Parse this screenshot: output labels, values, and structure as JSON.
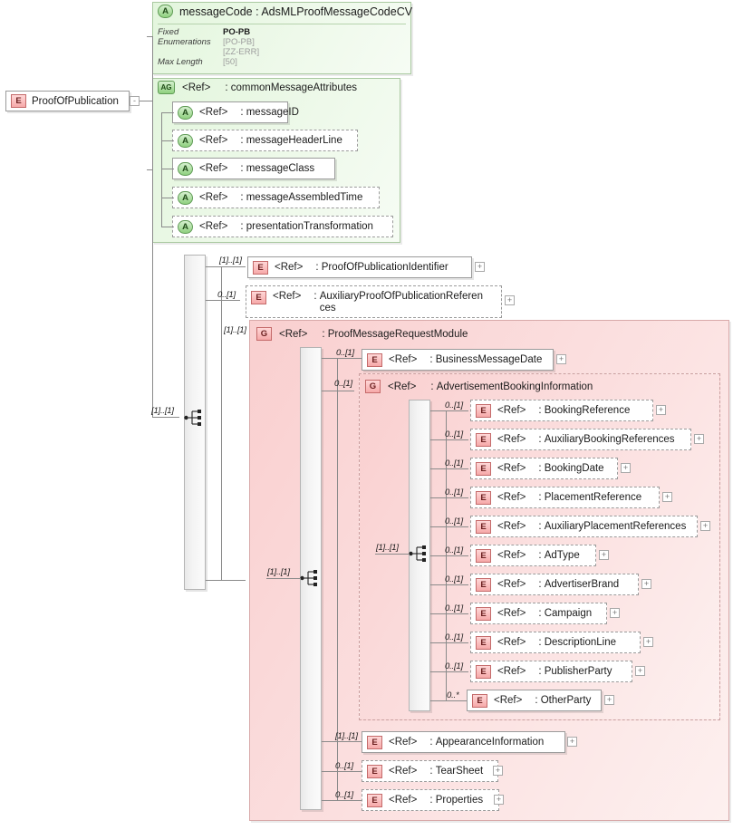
{
  "diagram": {
    "type": "xml-schema-diagram",
    "root": {
      "icon": "element-icon",
      "icon_label": "E",
      "name": "ProofOfPublication",
      "expander": "-"
    },
    "attribute_panel": {
      "icon_label": "A",
      "title": "messageCode : AdsMLProofMessageCodeCV",
      "facets": [
        {
          "label": "Fixed",
          "value": "PO-PB",
          "style": "strong"
        },
        {
          "label": "Enumerations",
          "value": "[PO-PB]",
          "style": "dim"
        },
        {
          "label": "",
          "value": "[ZZ-ERR]",
          "style": "dim"
        },
        {
          "label": "Max Length",
          "value": "[50]",
          "style": "dim"
        }
      ]
    },
    "attribute_group": {
      "icon_label": "AG",
      "ref": "<Ref>",
      "colon": ":",
      "name": "commonMessageAttributes",
      "children": [
        {
          "icon_label": "A",
          "ref": "<Ref>",
          "name": "messageID",
          "optional": false
        },
        {
          "icon_label": "A",
          "ref": "<Ref>",
          "name": "messageHeaderLine",
          "optional": true
        },
        {
          "icon_label": "A",
          "ref": "<Ref>",
          "name": "messageClass",
          "optional": false
        },
        {
          "icon_label": "A",
          "ref": "<Ref>",
          "name": "messageAssembledTime",
          "optional": true
        },
        {
          "icon_label": "A",
          "ref": "<Ref>",
          "name": "presentationTransformation",
          "optional": true
        }
      ]
    },
    "labels": {
      "ref": "<Ref>",
      "colon": ":",
      "plus": "+",
      "minus": "-"
    },
    "level1": [
      {
        "icon_label": "E",
        "ref": "<Ref>",
        "name": "ProofOfPublicationIdentifier",
        "card": "[1]..[1]",
        "optional": false
      },
      {
        "icon_label": "E",
        "ref": "<Ref>",
        "name": "AuxiliaryProofOfPublicationReferences",
        "name_line1": "AuxiliaryProofOfPublicationReferen",
        "name_line2": "ces",
        "card": "0..[1]",
        "optional": true
      },
      {
        "icon_label": "G",
        "ref": "<Ref>",
        "name": "ProofMessageRequestModule",
        "card": "[1]..[1]",
        "optional": false
      }
    ],
    "level2": [
      {
        "icon_label": "E",
        "ref": "<Ref>",
        "name": "BusinessMessageDate",
        "card": "0..[1]",
        "optional": true
      },
      {
        "icon_label": "G",
        "ref": "<Ref>",
        "name": "AdvertisementBookingInformation",
        "card": "0..[1]",
        "optional": true
      },
      {
        "icon_label": "E",
        "ref": "<Ref>",
        "name": "AppearanceInformation",
        "card": "[1]..[1]",
        "optional": false
      },
      {
        "icon_label": "E",
        "ref": "<Ref>",
        "name": "TearSheet",
        "card": "0..[1]",
        "optional": true
      },
      {
        "icon_label": "E",
        "ref": "<Ref>",
        "name": "Properties",
        "card": "0..[1]",
        "optional": true
      }
    ],
    "booking_children": [
      {
        "icon_label": "E",
        "ref": "<Ref>",
        "name": "BookingReference",
        "card": "0..[1]",
        "optional": true
      },
      {
        "icon_label": "E",
        "ref": "<Ref>",
        "name": "AuxiliaryBookingReferences",
        "card": "0..[1]",
        "optional": true
      },
      {
        "icon_label": "E",
        "ref": "<Ref>",
        "name": "BookingDate",
        "card": "0..[1]",
        "optional": true
      },
      {
        "icon_label": "E",
        "ref": "<Ref>",
        "name": "PlacementReference",
        "card": "0..[1]",
        "optional": true
      },
      {
        "icon_label": "E",
        "ref": "<Ref>",
        "name": "AuxiliaryPlacementReferences",
        "card": "0..[1]",
        "optional": true
      },
      {
        "icon_label": "E",
        "ref": "<Ref>",
        "name": "AdType",
        "card": "0..[1]",
        "optional": true
      },
      {
        "icon_label": "E",
        "ref": "<Ref>",
        "name": "AdvertiserBrand",
        "card": "0..[1]",
        "optional": true
      },
      {
        "icon_label": "E",
        "ref": "<Ref>",
        "name": "Campaign",
        "card": "0..[1]",
        "optional": true
      },
      {
        "icon_label": "E",
        "ref": "<Ref>",
        "name": "DescriptionLine",
        "card": "0..[1]",
        "optional": true
      },
      {
        "icon_label": "E",
        "ref": "<Ref>",
        "name": "PublisherParty",
        "card": "0..[1]",
        "optional": true
      },
      {
        "icon_label": "E",
        "ref": "<Ref>",
        "name": "OtherParty",
        "card": "0..*",
        "optional": false
      }
    ],
    "compositors": [
      {
        "name": "sequence-compositor",
        "title": "Sequence"
      },
      {
        "name": "sequence-compositor",
        "title": "Sequence"
      },
      {
        "name": "sequence-compositor",
        "title": "Sequence"
      }
    ],
    "colors": {
      "element_pink": "#f6a9a9",
      "attribute_green": "#8fd07f",
      "group_bg_pink": "#fbdede",
      "group_bg_green": "#eef9ea",
      "line": "#8a8a8a"
    }
  }
}
